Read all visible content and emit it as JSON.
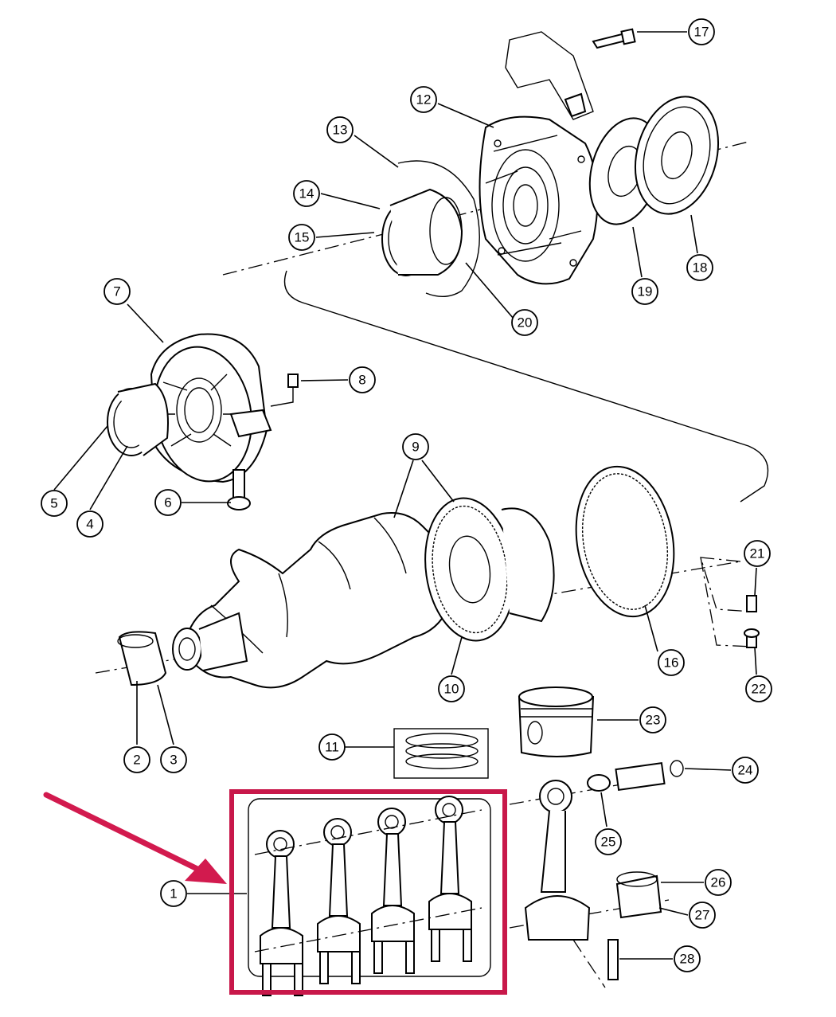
{
  "callouts": [
    {
      "id": "1",
      "label": "1"
    },
    {
      "id": "2",
      "label": "2"
    },
    {
      "id": "3",
      "label": "3"
    },
    {
      "id": "4",
      "label": "4"
    },
    {
      "id": "5",
      "label": "5"
    },
    {
      "id": "6",
      "label": "6"
    },
    {
      "id": "7",
      "label": "7"
    },
    {
      "id": "8",
      "label": "8"
    },
    {
      "id": "9",
      "label": "9"
    },
    {
      "id": "10",
      "label": "10"
    },
    {
      "id": "11",
      "label": "11"
    },
    {
      "id": "12",
      "label": "12"
    },
    {
      "id": "13",
      "label": "13"
    },
    {
      "id": "14",
      "label": "14"
    },
    {
      "id": "15",
      "label": "15"
    },
    {
      "id": "16",
      "label": "16"
    },
    {
      "id": "17",
      "label": "17"
    },
    {
      "id": "18",
      "label": "18"
    },
    {
      "id": "19",
      "label": "19"
    },
    {
      "id": "20",
      "label": "20"
    },
    {
      "id": "21",
      "label": "21"
    },
    {
      "id": "22",
      "label": "22"
    },
    {
      "id": "23",
      "label": "23"
    },
    {
      "id": "24",
      "label": "24"
    },
    {
      "id": "25",
      "label": "25"
    },
    {
      "id": "26",
      "label": "26"
    },
    {
      "id": "27",
      "label": "27"
    },
    {
      "id": "28",
      "label": "28"
    }
  ],
  "highlight": {
    "box_color": "#c8184a",
    "arrow_color": "#d21a4e",
    "target_callout": "1"
  }
}
